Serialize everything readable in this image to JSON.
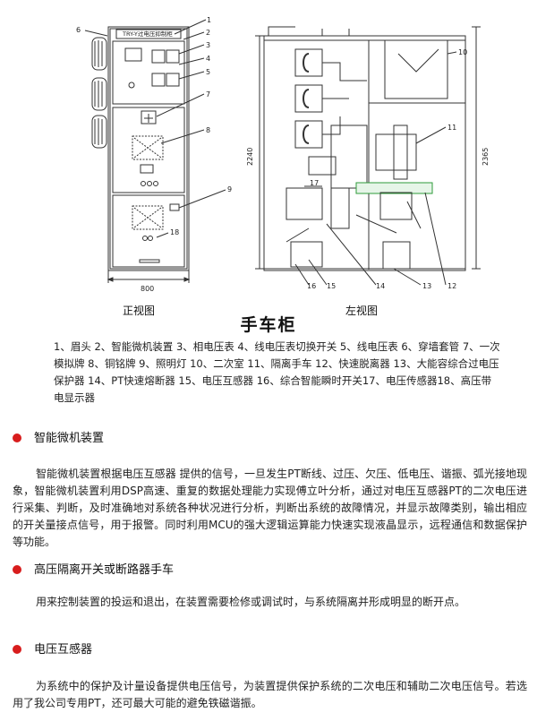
{
  "figure": {
    "header_label": "TRY-Y过电压抑制柜",
    "front_width_dim": "800",
    "height_dim_1": "2240",
    "height_dim_2": "2365",
    "callouts": [
      "1",
      "2",
      "3",
      "4",
      "5",
      "6",
      "7",
      "8",
      "9",
      "10",
      "11",
      "12",
      "13",
      "14",
      "15",
      "16",
      "17",
      "18"
    ]
  },
  "captions": {
    "front": "正视图",
    "side": "左视图"
  },
  "title": "手车柜",
  "legend_text": "1、眉头 2、智能微机装置 3、相电压表 4、线电压表切换开关 5、线电压表 6、穿墙套管 7、一次模拟牌 8、铜铭牌 9、照明灯 10、二次室 11、隔离手车 12、快速脱离器 13、大能容综合过电压保护器 14、PT快速熔断器 15、电压互感器 16、综合智能瞬时开关17、电压传感器18、高压带电显示器",
  "sections": [
    {
      "heading": "智能微机装置",
      "body": "智能微机装置根据电压互感器 提供的信号，一旦发生PT断线、过压、欠压、低电压、谐振、弧光接地现象，智能微机装置利用DSP高速、重复的数据处理能力实现傅立叶分析，通过对电压互感器PT的二次电压进行采集、判断，及时准确地对系统各种状况进行分析，判断出系统的故障情况，并显示故障类别，输出相应的开关量接点信号，用于报警。同时利用MCU的强大逻辑运算能力快速实现液晶显示，远程通信和数据保护等功能。"
    },
    {
      "heading": "高压隔离开关或断路器手车",
      "body": "用来控制装置的投运和退出，在装置需要检修或调试时，与系统隔离并形成明显的断开点。"
    },
    {
      "heading": "电压互感器",
      "body": "为系统中的保护及计量设备提供电压信号，为装置提供保护系统的二次电压和辅助二次电压信号。若选用了我公司专用PT，还可最大可能的避免铁磁谐振。"
    }
  ],
  "colors": {
    "bullet": "#d81d1d",
    "line": "#333333",
    "bus_green": "#2e9b3a"
  }
}
